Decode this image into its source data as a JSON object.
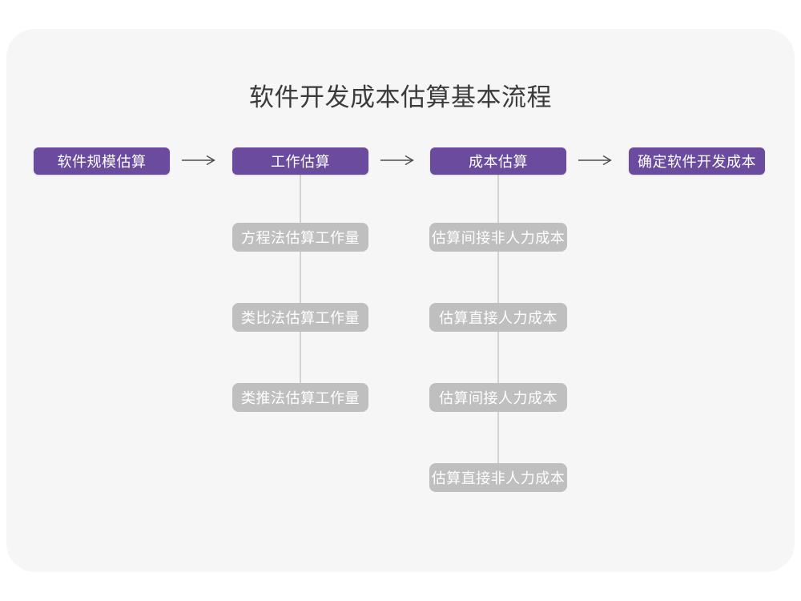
{
  "title": "软件开发成本估算基本流程",
  "colors": {
    "page_bg": "#FFFFFF",
    "card_bg": "#F6F6F7",
    "primary": "#6B4B9E",
    "sub_box": "#BFBFBF",
    "connector": "#D3D3D3",
    "arrow": "#4D4D4D",
    "title_text": "#3B3B3B",
    "box_text": "#FFFFFF"
  },
  "flow": {
    "stages": [
      {
        "id": "scale",
        "label": "软件规模估算",
        "children": []
      },
      {
        "id": "work",
        "label": "工作估算",
        "children": [
          "方程法估算工作量",
          "类比法估算工作量",
          "类推法估算工作量"
        ]
      },
      {
        "id": "cost",
        "label": "成本估算",
        "children": [
          "估算间接非人力成本",
          "估算直接人力成本",
          "估算间接人力成本",
          "估算直接非人力成本"
        ]
      },
      {
        "id": "final",
        "label": "确定软件开发成本",
        "children": []
      }
    ]
  }
}
